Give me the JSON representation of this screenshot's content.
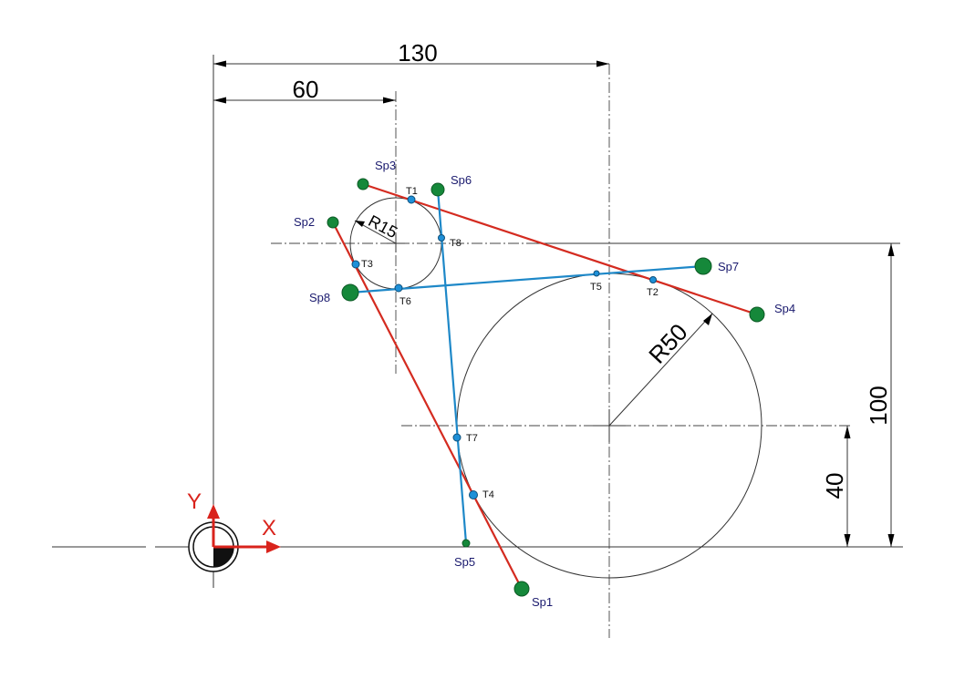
{
  "dimensions": {
    "d130": "130",
    "d60": "60",
    "d100": "100",
    "d40": "40",
    "r15": "R15",
    "r50": "R50"
  },
  "axes": {
    "x_label": "X",
    "y_label": "Y"
  },
  "colors": {
    "red_line": "#d42b20",
    "blue_line": "#1e88c8",
    "point_green": "#15883a",
    "tangent_point": "#1e90d8",
    "axis_red": "#d9231c"
  },
  "start_points": {
    "sp1": "Sp1",
    "sp2": "Sp2",
    "sp3": "Sp3",
    "sp4": "Sp4",
    "sp5": "Sp5",
    "sp6": "Sp6",
    "sp7": "Sp7",
    "sp8": "Sp8"
  },
  "tangent_points": {
    "t1": "T1",
    "t2": "T2",
    "t3": "T3",
    "t4": "T4",
    "t5": "T5",
    "t6": "T6",
    "t7": "T7",
    "t8": "T8"
  }
}
